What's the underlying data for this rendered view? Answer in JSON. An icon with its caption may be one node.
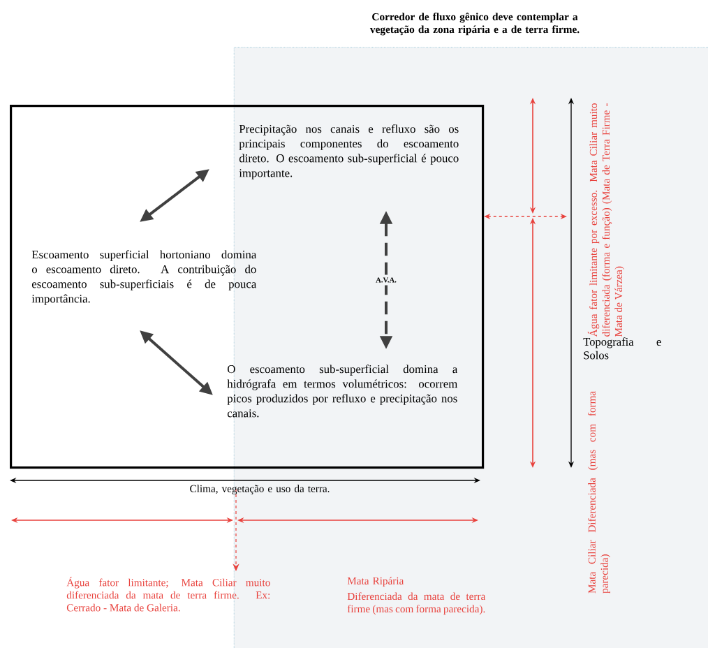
{
  "diagram": {
    "title": "Corredor de fluxo gênico deve contemplar a vegetação da zona ripária e a de terra firme.",
    "nodes": [
      {
        "text": [],
        "shape": "box"
      },
      {
        "text": [
          "Precipitação nos canais e refluxo são os principais componentes do escoamento direto. O escoamento sub-superficial é pouco importante."
        ],
        "in": 0
      },
      {
        "text": [
          "Escoamento superficial hortoniano domina o escoamento direto. A contribuição do escoamento sub-superficiais é de pouca importância."
        ],
        "in": 0
      },
      {
        "text": [
          "O escoamento sub-superficial domina a hidrógrafa em termos volumétricos: ocorrem picos produzidos por refluxo e precipitação nos canais."
        ],
        "in": 0
      }
    ],
    "edges": [
      {
        "from": 2,
        "to": 1,
        "arrow": "both"
      },
      {
        "from": 2,
        "to": 3,
        "arrow": "both"
      },
      {
        "from": 1,
        "to": 3,
        "arrow": "both",
        "style": "dashed",
        "label": "A.V.A."
      }
    ],
    "labels": [
      "Água fator limitante por excesso. Mata Ciliar muito diferenciada (forma e função) (Mata de Terra Firme - Mata de Várzea)",
      "Topografia e Solos",
      "Mata Ciliar Diferenciada (mas com forma parecida)",
      "Clima, vegetação e uso da terra.",
      "Água fator limitante; Mata Ciliar muito diferenciada da mata de terra firme. Ex: Cerrado - Mata de Galeria.",
      "Mata Ripária",
      "Diferenciada da mata de terra firme (mas com forma parecida)."
    ]
  }
}
